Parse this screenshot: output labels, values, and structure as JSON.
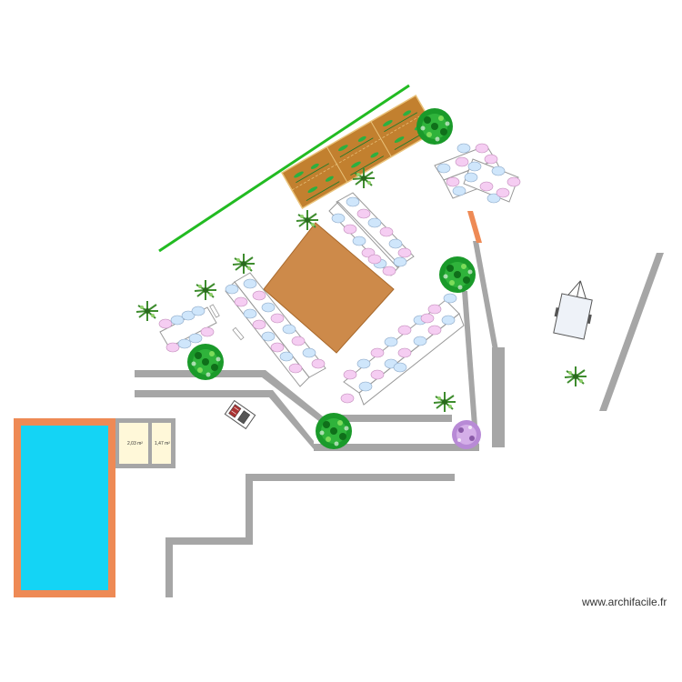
{
  "plan": {
    "watermark": "www.archifacile.fr",
    "rooms": [
      {
        "label": "2,03 m²"
      },
      {
        "label": "1,47 m²"
      }
    ],
    "colors": {
      "wall": "#a6a6a6",
      "pool_water": "#14d4f5",
      "pool_border": "#ee8a55",
      "platform": "#cd8a4a",
      "garden_bed": "#c2802f",
      "hedge_line": "#22bb22",
      "orange_post": "#ee8a55",
      "table_outline": "#999999",
      "chair_blue": "#cfe6fb",
      "chair_pink": "#f5cdf2",
      "tree_dark": "#138a20",
      "tree_light": "#5ccf4a",
      "flower_purple": "#b88ad6"
    }
  }
}
